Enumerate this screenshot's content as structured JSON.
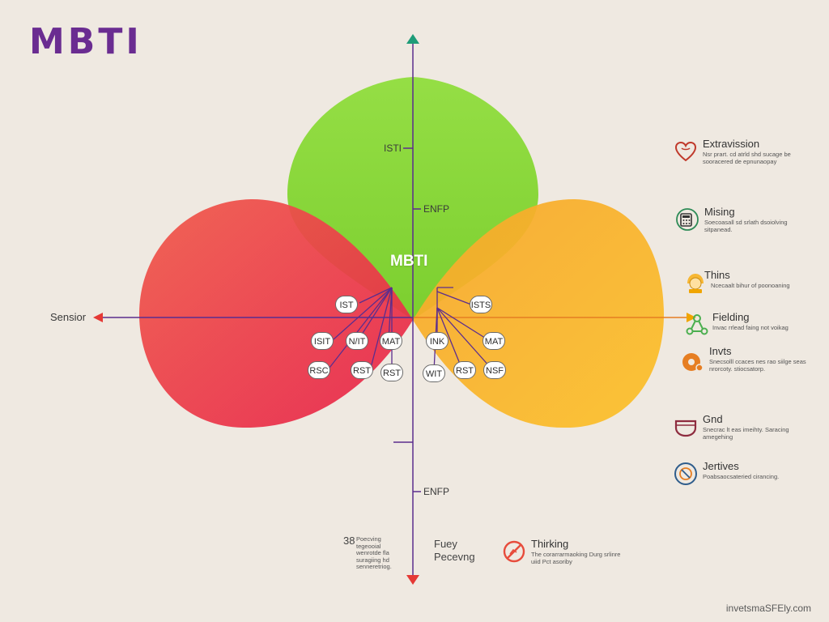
{
  "title": "MBTI",
  "center_label": "MBTI",
  "axes": {
    "left_label": "Sensior",
    "tick_labels": [
      "ISTI",
      "ENFP",
      "ENFP"
    ]
  },
  "pills": {
    "left": [
      "IST",
      "ISIT",
      "N/IT",
      "MAT",
      "RSC",
      "RST",
      "RST"
    ],
    "right": [
      "ISTS",
      "INK",
      "MAT",
      "WIT",
      "RST",
      "NSF"
    ]
  },
  "legend": [
    {
      "title": "Extravission",
      "desc": "Nsr prart. cd atrld shd sucage be sooracered de epnunaopay",
      "icon": "heart-icon",
      "color": "#c0392b"
    },
    {
      "title": "Mising",
      "desc": "Soecoasall sd srlath dsoiolving sitpanead.",
      "icon": "calculator-icon",
      "color": "#2e8b57"
    },
    {
      "title": "Thins",
      "desc": "Ncecaalt bihur of poonoaning",
      "icon": "person-icon",
      "color": "#f0a500"
    },
    {
      "title": "Fielding",
      "desc": "Invac rrlead faing not voikag",
      "icon": "network-icon",
      "color": "#4caf50"
    },
    {
      "title": "Invts",
      "desc": "Snecsolll ccaces nes rao siilge seas nrorcoty. stiocsatorp.",
      "icon": "gear-person-icon",
      "color": "#e67e22"
    },
    {
      "title": "Gnd",
      "desc": "Snecrac lt eas imeihty. Saracing amegehing",
      "icon": "bowl-icon",
      "color": "#8e2c3f"
    },
    {
      "title": "Jertives",
      "desc": "Poabsaocsateried cirancing.",
      "icon": "globe-icon",
      "color": "#2f5d8c"
    }
  ],
  "bottom_left": {
    "number": "38",
    "desc": "Poecving tegeooial wenrotde fla suragiing hd senneretriog."
  },
  "bottom_middle": {
    "line1": "Fuey",
    "line2": "Pecevng"
  },
  "bottom_right": {
    "title": "Thirking",
    "desc": "The corarrarmaoking Durg srlinre uiid Pct asoriby",
    "icon": "no-sign-icon",
    "color": "#e74c3c"
  },
  "footer": "invetsmaSFEly.com",
  "colors": {
    "background": "#efe9e1",
    "green": "#8fd63b",
    "red": "#e8394a",
    "orange": "#f9b52a",
    "axis_purple": "#5b2d8e",
    "axis_orange": "#e67e22",
    "arrow_green": "#1e9c78",
    "arrow_red": "#e53935",
    "title_purple": "#6a2c91"
  }
}
